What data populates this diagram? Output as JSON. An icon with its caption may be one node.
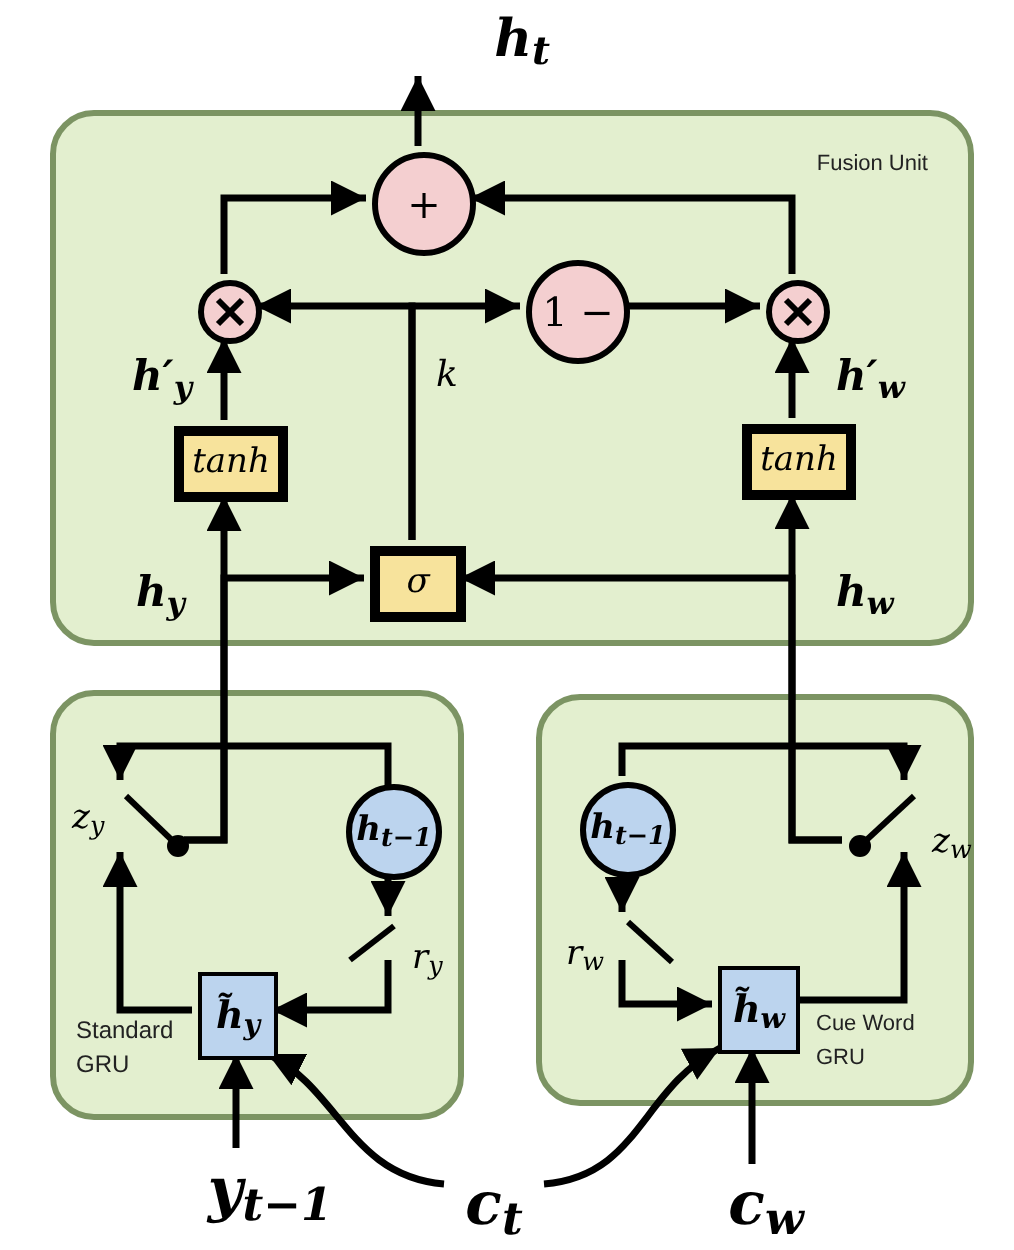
{
  "diagram": {
    "nodes": [
      {
        "text": [
          "Fusion Unit"
        ]
      },
      {
        "text": [
          "+"
        ],
        "in": 0
      },
      {
        "text": [],
        "shape": "circle",
        "in": 0
      },
      {
        "text": [
          "1 −"
        ],
        "in": 0
      },
      {
        "text": [],
        "shape": "circle",
        "in": 0
      },
      {
        "text": [
          "tanh"
        ],
        "in": 0
      },
      {
        "text": [
          "tanh"
        ],
        "in": 0
      },
      {
        "text": [
          "σ"
        ],
        "in": 0
      },
      {
        "text": [
          "Standard GRU"
        ]
      },
      {
        "text": [],
        "shape": "switch",
        "in": 8,
        "beside": [
          "z$_{y}$"
        ]
      },
      {
        "text": [
          "h$_{t−1}$"
        ],
        "in": 8
      },
      {
        "text": [],
        "shape": "switch",
        "in": 8,
        "beside": [
          "r$_{y}$"
        ]
      },
      {
        "text": [
          "h̃$_{y}$"
        ],
        "in": 8
      },
      {
        "text": [
          "Cue Word GRU"
        ]
      },
      {
        "text": [
          "h$_{t−1}$"
        ],
        "in": 13
      },
      {
        "text": [],
        "shape": "switch",
        "in": 13,
        "beside": [
          "r$_{w}$"
        ]
      },
      {
        "text": [],
        "shape": "switch",
        "in": 13,
        "beside": [
          "z$_{w}$"
        ]
      },
      {
        "text": [
          "h̃$_{w}$"
        ],
        "in": 13
      },
      {
        "text": [
          "h$_{t}$"
        ]
      },
      {
        "text": [
          "y$_{t−1}$"
        ]
      },
      {
        "text": [
          "c$_{t}$"
        ]
      },
      {
        "text": [
          "c$_{w}$"
        ]
      }
    ],
    "edges": [
      {
        "from": 1,
        "to": 18,
        "arrow": "to"
      },
      {
        "from": 2,
        "to": 1,
        "arrow": "to"
      },
      {
        "from": 4,
        "to": 1,
        "arrow": "to"
      },
      {
        "from": 3,
        "to": 4,
        "arrow": "to"
      },
      {
        "from": 7,
        "to": 2,
        "arrow": "to"
      },
      {
        "from": 7,
        "to": 3,
        "arrow": "to"
      },
      {
        "from": 5,
        "to": 2,
        "arrow": "to"
      },
      {
        "from": 6,
        "to": 4,
        "arrow": "to"
      },
      {
        "from": 9,
        "to": 5,
        "arrow": "to"
      },
      {
        "from": 9,
        "to": 7,
        "arrow": "to"
      },
      {
        "from": 16,
        "to": 6,
        "arrow": "to"
      },
      {
        "from": 16,
        "to": 7,
        "arrow": "to"
      },
      {
        "from": 10,
        "to": 9,
        "arrow": "to"
      },
      {
        "from": 12,
        "to": 9,
        "arrow": "to"
      },
      {
        "from": 10,
        "to": 11,
        "arrow": "to"
      },
      {
        "from": 11,
        "to": 12,
        "arrow": "to"
      },
      {
        "from": 19,
        "to": 12,
        "arrow": "to"
      },
      {
        "from": 20,
        "to": 12,
        "arrow": "to"
      },
      {
        "from": 14,
        "to": 16,
        "arrow": "to"
      },
      {
        "from": 17,
        "to": 16,
        "arrow": "to"
      },
      {
        "from": 14,
        "to": 15,
        "arrow": "to"
      },
      {
        "from": 15,
        "to": 17,
        "arrow": "to"
      },
      {
        "from": 21,
        "to": 17,
        "arrow": "to"
      },
      {
        "from": 20,
        "to": 17,
        "arrow": "to"
      }
    ],
    "labels": [
      "h′$_{y}$",
      "k",
      "h′$_{w}$",
      "h$_{y}$",
      "h$_{w}$"
    ]
  }
}
